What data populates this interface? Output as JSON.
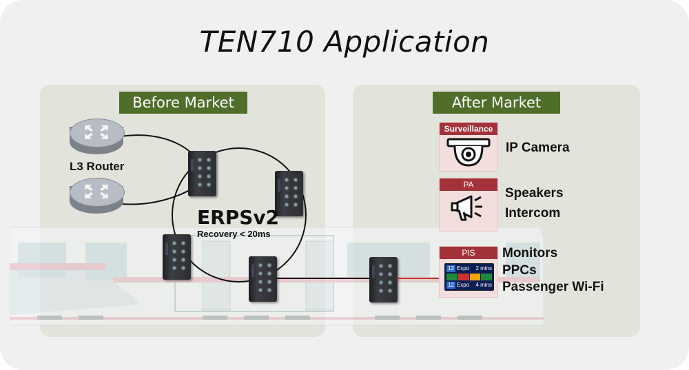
{
  "title": "TEN710 Application",
  "before_market": {
    "tag": "Before Market",
    "router_label": "L3 Router",
    "ring_label": "ERPSv2",
    "recovery_label": "Recovery < 20ms"
  },
  "after_market": {
    "tag": "After Market",
    "categories": [
      {
        "name": "Surveillance",
        "devices": [
          "IP Camera"
        ],
        "icon": "ip-camera-icon"
      },
      {
        "name": "PA",
        "devices": [
          "Speakers",
          "Intercom"
        ],
        "icon": "megaphone-icon"
      },
      {
        "name": "PIS",
        "devices": [
          "Monitors",
          "PPCs",
          "Passenger Wi-Fi"
        ],
        "icon": "pis-display-icon"
      }
    ],
    "pis_display": {
      "row1": {
        "route": "12",
        "destination": "Expo",
        "time": "2 mins"
      },
      "row2": {
        "route": "12",
        "destination": "Expo",
        "time": "4 mins"
      }
    }
  },
  "colors": {
    "tag_green": "#4e6e2a",
    "category_red": "#a3323a",
    "category_fill": "#f2dedd",
    "panel_fill": "#e2e4dc",
    "link_red": "#c0392b"
  }
}
